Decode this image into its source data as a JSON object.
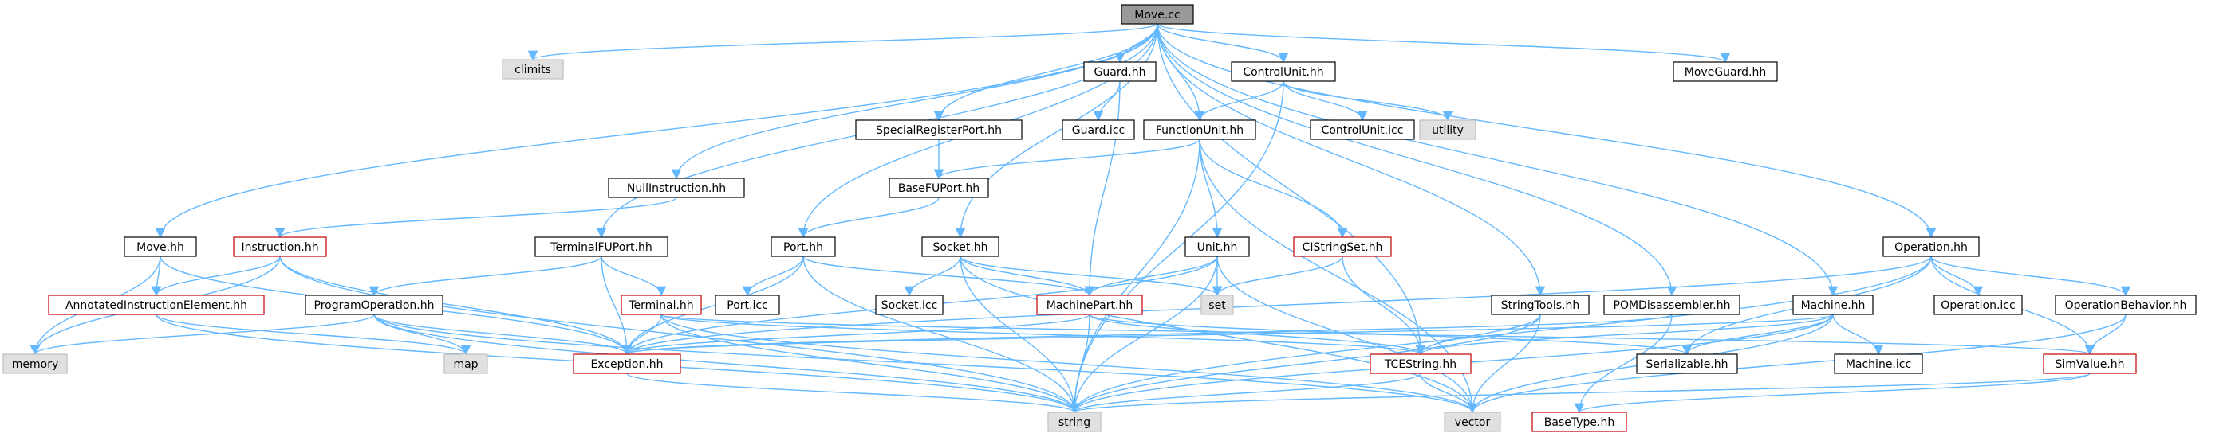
{
  "palette": {
    "edge": "#63b8ff",
    "border_normal": "#000000",
    "border_missing": "#bfbfbf",
    "border_truncated": "#c00000",
    "fill_normal": "#ffffff",
    "fill_missing": "#e0e0e0",
    "fill_root": "#999999"
  },
  "nodes": [
    {
      "id": "move_cc",
      "label": "Move.cc",
      "kind": "root"
    },
    {
      "id": "climits",
      "label": "climits",
      "kind": "missing"
    },
    {
      "id": "guard_hh",
      "label": "Guard.hh",
      "kind": "normal"
    },
    {
      "id": "controlunit_hh",
      "label": "ControlUnit.hh",
      "kind": "normal"
    },
    {
      "id": "moveguard_hh",
      "label": "MoveGuard.hh",
      "kind": "normal"
    },
    {
      "id": "specialregisterport_hh",
      "label": "SpecialRegisterPort.hh",
      "kind": "normal"
    },
    {
      "id": "guard_icc",
      "label": "Guard.icc",
      "kind": "normal"
    },
    {
      "id": "functionunit_hh",
      "label": "FunctionUnit.hh",
      "kind": "normal"
    },
    {
      "id": "controlunit_icc",
      "label": "ControlUnit.icc",
      "kind": "normal"
    },
    {
      "id": "utility",
      "label": "utility",
      "kind": "missing"
    },
    {
      "id": "nullinstruction_hh",
      "label": "NullInstruction.hh",
      "kind": "normal"
    },
    {
      "id": "basefuport_hh",
      "label": "BaseFUPort.hh",
      "kind": "normal"
    },
    {
      "id": "move_hh",
      "label": "Move.hh",
      "kind": "normal"
    },
    {
      "id": "instruction_hh",
      "label": "Instruction.hh",
      "kind": "truncated"
    },
    {
      "id": "terminalfuport_hh",
      "label": "TerminalFUPort.hh",
      "kind": "normal"
    },
    {
      "id": "port_hh",
      "label": "Port.hh",
      "kind": "normal"
    },
    {
      "id": "socket_hh",
      "label": "Socket.hh",
      "kind": "normal"
    },
    {
      "id": "unit_hh",
      "label": "Unit.hh",
      "kind": "normal"
    },
    {
      "id": "cistringset_hh",
      "label": "CIStringSet.hh",
      "kind": "truncated"
    },
    {
      "id": "operation_hh",
      "label": "Operation.hh",
      "kind": "normal"
    },
    {
      "id": "annotatedinstructionelement_hh",
      "label": "AnnotatedInstructionElement.hh",
      "kind": "truncated"
    },
    {
      "id": "programoperation_hh",
      "label": "ProgramOperation.hh",
      "kind": "normal"
    },
    {
      "id": "terminal_hh",
      "label": "Terminal.hh",
      "kind": "truncated"
    },
    {
      "id": "port_icc",
      "label": "Port.icc",
      "kind": "normal"
    },
    {
      "id": "socket_icc",
      "label": "Socket.icc",
      "kind": "normal"
    },
    {
      "id": "machinepart_hh",
      "label": "MachinePart.hh",
      "kind": "truncated"
    },
    {
      "id": "set",
      "label": "set",
      "kind": "missing"
    },
    {
      "id": "stringtools_hh",
      "label": "StringTools.hh",
      "kind": "normal"
    },
    {
      "id": "pomdisassembler_hh",
      "label": "POMDisassembler.hh",
      "kind": "normal"
    },
    {
      "id": "machine_hh",
      "label": "Machine.hh",
      "kind": "normal"
    },
    {
      "id": "operation_icc",
      "label": "Operation.icc",
      "kind": "normal"
    },
    {
      "id": "operationbehavior_hh",
      "label": "OperationBehavior.hh",
      "kind": "normal"
    },
    {
      "id": "memory",
      "label": "memory",
      "kind": "missing"
    },
    {
      "id": "map",
      "label": "map",
      "kind": "missing"
    },
    {
      "id": "exception_hh",
      "label": "Exception.hh",
      "kind": "truncated"
    },
    {
      "id": "tcestring_hh",
      "label": "TCEString.hh",
      "kind": "truncated"
    },
    {
      "id": "serializable_hh",
      "label": "Serializable.hh",
      "kind": "normal"
    },
    {
      "id": "machine_icc",
      "label": "Machine.icc",
      "kind": "normal"
    },
    {
      "id": "simvalue_hh",
      "label": "SimValue.hh",
      "kind": "truncated"
    },
    {
      "id": "string",
      "label": "string",
      "kind": "missing"
    },
    {
      "id": "vector",
      "label": "vector",
      "kind": "missing"
    },
    {
      "id": "basetype_hh",
      "label": "BaseType.hh",
      "kind": "truncated"
    }
  ],
  "edges": [
    [
      "move_cc",
      "climits"
    ],
    [
      "move_cc",
      "guard_hh"
    ],
    [
      "move_cc",
      "controlunit_hh"
    ],
    [
      "move_cc",
      "moveguard_hh"
    ],
    [
      "move_cc",
      "specialregisterport_hh"
    ],
    [
      "move_cc",
      "functionunit_hh"
    ],
    [
      "move_cc",
      "nullinstruction_hh"
    ],
    [
      "move_cc",
      "move_hh"
    ],
    [
      "move_cc",
      "terminalfuport_hh"
    ],
    [
      "move_cc",
      "port_hh"
    ],
    [
      "move_cc",
      "socket_hh"
    ],
    [
      "move_cc",
      "stringtools_hh"
    ],
    [
      "move_cc",
      "pomdisassembler_hh"
    ],
    [
      "move_cc",
      "machine_hh"
    ],
    [
      "move_cc",
      "operation_hh"
    ],
    [
      "move_cc",
      "tcestring_hh"
    ],
    [
      "guard_hh",
      "guard_icc"
    ],
    [
      "guard_hh",
      "machinepart_hh"
    ],
    [
      "controlunit_hh",
      "functionunit_hh"
    ],
    [
      "controlunit_hh",
      "controlunit_icc"
    ],
    [
      "controlunit_hh",
      "utility"
    ],
    [
      "controlunit_hh",
      "string"
    ],
    [
      "specialregisterport_hh",
      "basefuport_hh"
    ],
    [
      "functionunit_hh",
      "basefuport_hh"
    ],
    [
      "functionunit_hh",
      "unit_hh"
    ],
    [
      "functionunit_hh",
      "cistringset_hh"
    ],
    [
      "functionunit_hh",
      "string"
    ],
    [
      "functionunit_hh",
      "vector"
    ],
    [
      "nullinstruction_hh",
      "instruction_hh"
    ],
    [
      "basefuport_hh",
      "port_hh"
    ],
    [
      "move_hh",
      "memory"
    ],
    [
      "move_hh",
      "annotatedinstructionelement_hh"
    ],
    [
      "move_hh",
      "exception_hh"
    ],
    [
      "instruction_hh",
      "memory"
    ],
    [
      "instruction_hh",
      "annotatedinstructionelement_hh"
    ],
    [
      "instruction_hh",
      "exception_hh"
    ],
    [
      "instruction_hh",
      "string"
    ],
    [
      "terminalfuport_hh",
      "programoperation_hh"
    ],
    [
      "terminalfuport_hh",
      "terminal_hh"
    ],
    [
      "terminalfuport_hh",
      "exception_hh"
    ],
    [
      "port_hh",
      "port_icc"
    ],
    [
      "port_hh",
      "machinepart_hh"
    ],
    [
      "port_hh",
      "exception_hh"
    ],
    [
      "port_hh",
      "string"
    ],
    [
      "socket_hh",
      "socket_icc"
    ],
    [
      "socket_hh",
      "machinepart_hh"
    ],
    [
      "socket_hh",
      "set"
    ],
    [
      "socket_hh",
      "string"
    ],
    [
      "socket_hh",
      "vector"
    ],
    [
      "unit_hh",
      "machinepart_hh"
    ],
    [
      "unit_hh",
      "set"
    ],
    [
      "unit_hh",
      "exception_hh"
    ],
    [
      "unit_hh",
      "string"
    ],
    [
      "unit_hh",
      "vector"
    ],
    [
      "cistringset_hh",
      "set"
    ],
    [
      "cistringset_hh",
      "tcestring_hh"
    ],
    [
      "operation_hh",
      "operation_icc"
    ],
    [
      "operation_hh",
      "operationbehavior_hh"
    ],
    [
      "operation_hh",
      "serializable_hh"
    ],
    [
      "operation_hh",
      "exception_hh"
    ],
    [
      "operation_hh",
      "simvalue_hh"
    ],
    [
      "operation_hh",
      "string"
    ],
    [
      "annotatedinstructionelement_hh",
      "map"
    ],
    [
      "annotatedinstructionelement_hh",
      "string"
    ],
    [
      "programoperation_hh",
      "memory"
    ],
    [
      "programoperation_hh",
      "map"
    ],
    [
      "programoperation_hh",
      "exception_hh"
    ],
    [
      "programoperation_hh",
      "string"
    ],
    [
      "programoperation_hh",
      "vector"
    ],
    [
      "terminal_hh",
      "exception_hh"
    ],
    [
      "terminal_hh",
      "tcestring_hh"
    ],
    [
      "terminal_hh",
      "simvalue_hh"
    ],
    [
      "terminal_hh",
      "string"
    ],
    [
      "terminal_hh",
      "vector"
    ],
    [
      "machinepart_hh",
      "exception_hh"
    ],
    [
      "machinepart_hh",
      "serializable_hh"
    ],
    [
      "machinepart_hh",
      "tcestring_hh"
    ],
    [
      "machinepart_hh",
      "string"
    ],
    [
      "stringtools_hh",
      "tcestring_hh"
    ],
    [
      "stringtools_hh",
      "string"
    ],
    [
      "stringtools_hh",
      "vector"
    ],
    [
      "pomdisassembler_hh",
      "exception_hh"
    ],
    [
      "pomdisassembler_hh",
      "basetype_hh"
    ],
    [
      "machine_hh",
      "exception_hh"
    ],
    [
      "machine_hh",
      "tcestring_hh"
    ],
    [
      "machine_hh",
      "serializable_hh"
    ],
    [
      "machine_hh",
      "machine_icc"
    ],
    [
      "machine_hh",
      "string"
    ],
    [
      "machine_hh",
      "vector"
    ],
    [
      "operationbehavior_hh",
      "simvalue_hh"
    ],
    [
      "operationbehavior_hh",
      "vector"
    ],
    [
      "exception_hh",
      "string"
    ],
    [
      "tcestring_hh",
      "string"
    ],
    [
      "tcestring_hh",
      "vector"
    ],
    [
      "simvalue_hh",
      "basetype_hh"
    ],
    [
      "simvalue_hh",
      "string"
    ]
  ]
}
